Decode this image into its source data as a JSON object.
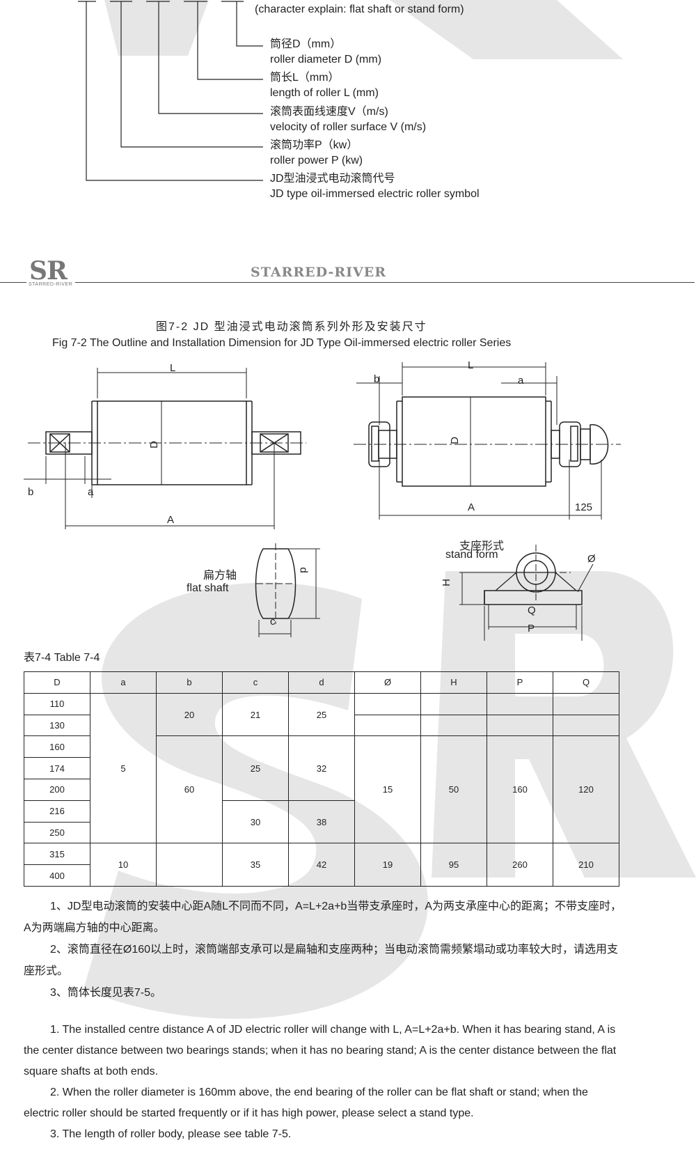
{
  "code_legend": {
    "items": [
      {
        "zh": "",
        "en": "(character explain: flat shaft or stand form)"
      },
      {
        "zh": "筒径D（mm）",
        "en": "roller diameter D (mm)"
      },
      {
        "zh": "筒长L（mm）",
        "en": "length of roller L (mm)"
      },
      {
        "zh": "滚筒表面线速度V（m/s)",
        "en": "velocity of roller surface V (m/s)"
      },
      {
        "zh": "滚筒功率P（kw）",
        "en": "roller power P (kw)"
      },
      {
        "zh": "JD型油浸式电动滚筒代号",
        "en": "JD type oil-immersed electric roller symbol"
      }
    ]
  },
  "header": {
    "logo": "SR",
    "logo_sub": "STARRED-RIVER",
    "brand": "STARRED-RIVER"
  },
  "figure": {
    "title_zh": "图7-2  JD 型油浸式电动滚筒系列外形及安装尺寸",
    "title_en": "Fig 7-2 The Outline and Installation Dimension for JD Type Oil-immersed electric roller Series",
    "left": {
      "L": "L",
      "D": "D",
      "b": "b",
      "a": "a",
      "A": "A"
    },
    "right": {
      "L": "L",
      "b": "b",
      "a": "a",
      "D": "D",
      "A": "A",
      "dim_125": "125"
    },
    "flat_shaft": {
      "label_zh": "扁方轴",
      "label_en": "flat shaft",
      "d": "d",
      "c": "c"
    },
    "stand": {
      "label_zh": "支座形式",
      "label_en": "stand form",
      "phi": "Ø",
      "H": "H",
      "Q": "Q",
      "P": "P"
    }
  },
  "table": {
    "caption": "表7-4    Table 7-4",
    "headers": [
      "D",
      "a",
      "b",
      "c",
      "d",
      "Ø",
      "H",
      "P",
      "Q"
    ],
    "D_values": [
      "110",
      "130",
      "160",
      "174",
      "200",
      "216",
      "250",
      "315",
      "400"
    ],
    "a_values": [
      "5",
      "10"
    ],
    "b_values": [
      "20",
      "60"
    ],
    "c_values": [
      "21",
      "25",
      "30",
      "35"
    ],
    "d_values": [
      "25",
      "32",
      "38",
      "42"
    ],
    "phi_values": [
      "15",
      "19"
    ],
    "H_values": [
      "50",
      "95"
    ],
    "P_values": [
      "160",
      "260"
    ],
    "Q_values": [
      "120",
      "210"
    ]
  },
  "notes": {
    "zh1": "1、JD型电动滚筒的安装中心距A随L不同而不同，A=L+2a+b当带支承座时，A为两支承座中心的距离；不带支座时，A为两端扁方轴的中心距离。",
    "zh2": "2、滚筒直径在Ø160以上时，滚筒端部支承可以是扁轴和支座两种；当电动滚筒需频繁塌动或功率较大时，请选用支座形式。",
    "zh3": "3、筒体长度见表7-5。",
    "en1": "1. The installed centre distance A of JD electric roller will change with L, A=L+2a+b. When it has bearing stand, A is the center distance between two bearings stands; when it has no bearing stand; A is the center distance between the flat square shafts at both ends.",
    "en2": "2. When the roller diameter is 160mm above, the end bearing of the roller can be flat shaft or stand; when the electric roller should be started frequently or if it has high power, please select a stand type.",
    "en3": "3. The length of roller body, please see table 7-5."
  }
}
